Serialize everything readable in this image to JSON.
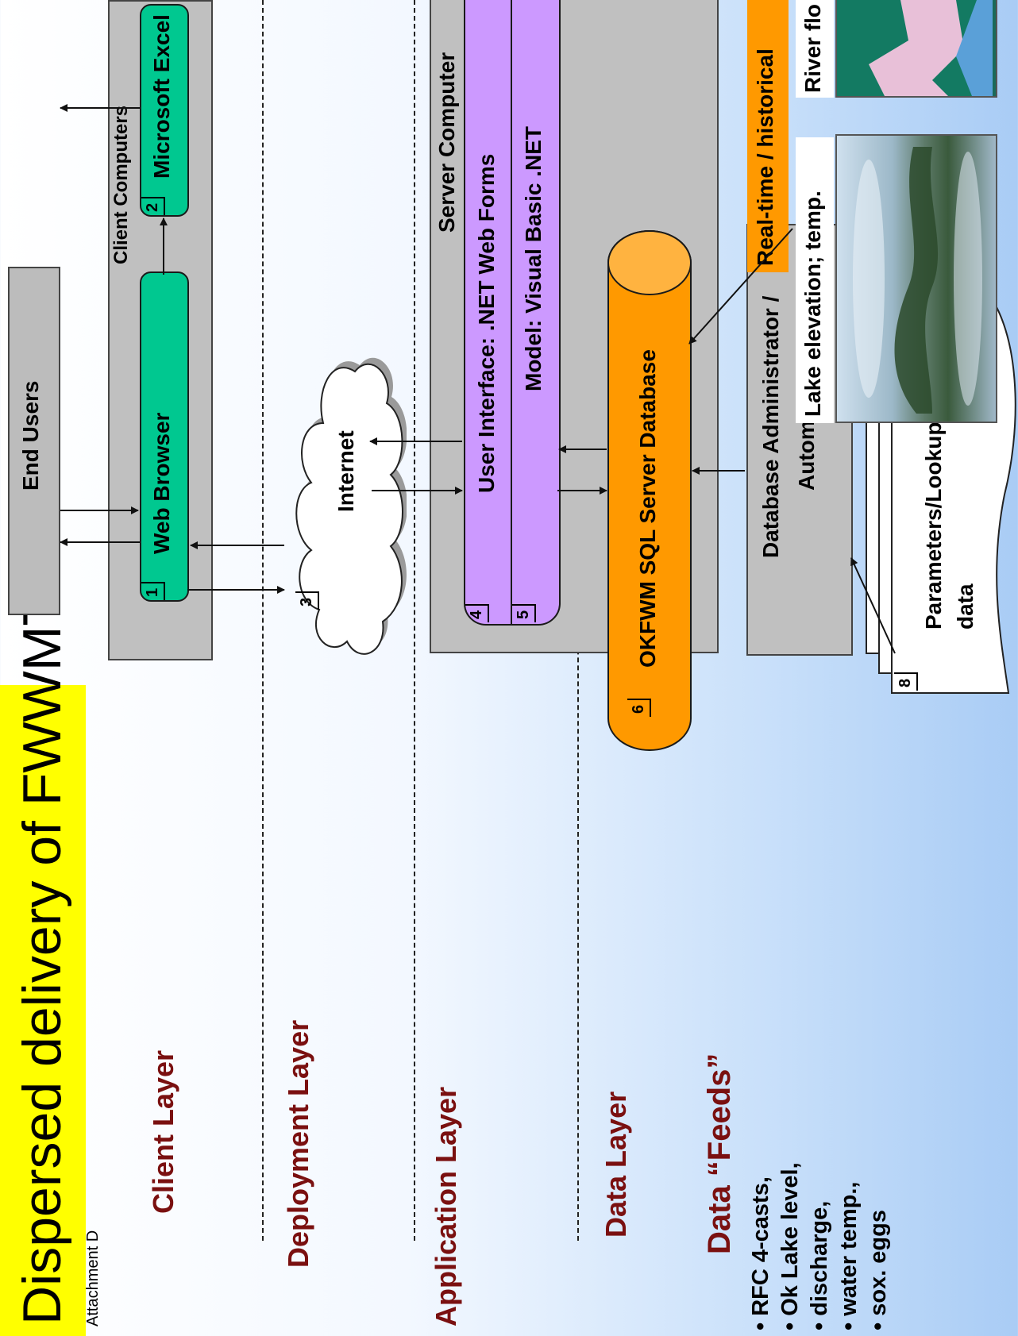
{
  "title": "Dispersed delivery of FWWMT",
  "attachment": "Attachment D",
  "layers": {
    "client": "Client Layer",
    "deployment": "Deployment Layer",
    "application": "Application Layer",
    "data": "Data Layer"
  },
  "feeds": {
    "heading": "Data “Feeds”",
    "items": [
      "RFC 4-casts,",
      "Ok Lake level,",
      "discharge,",
      "water temp.,",
      "sox. eggs"
    ]
  },
  "nodes": {
    "end_users": "End Users",
    "client_computers": "Client Computers",
    "web_browser": "Web Browser",
    "web_browser_num": "1",
    "excel": "Microsoft Excel",
    "excel_num": "2",
    "internet": "Internet",
    "internet_num": "3",
    "server_computer": "Server Computer",
    "ui": "User Interface:  .NET Web Forms",
    "ui_num": "4",
    "model": "Model:  Visual Basic .NET",
    "model_num": "5",
    "database": "OKFWM SQL Server Database",
    "database_num": "6",
    "db_admin_line1": "Database Administrator /",
    "db_admin_line2": "Automation",
    "params_line1": "Parameters/Lookup",
    "params_line2": "data",
    "params_num": "8",
    "realtime": "Real-time / historical",
    "lake_caption": "Lake elevation; temp.",
    "river_caption": "River flo"
  },
  "colors": {
    "title_bg": "#ffff00",
    "layer_text": "#7a1010",
    "green": "#00c890",
    "purple": "#cc99ff",
    "orange": "#ff9900"
  }
}
